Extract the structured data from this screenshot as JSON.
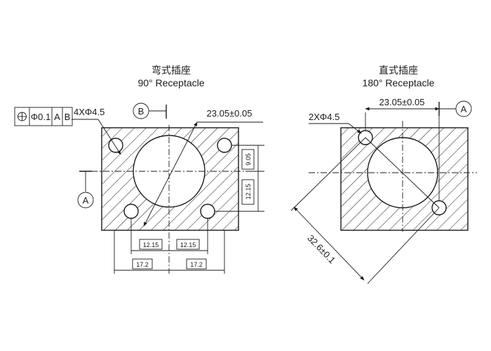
{
  "left": {
    "title_cn": "弯式插座",
    "title_en": "90°  Receptacle",
    "holes_callout": "4XΦ4.5",
    "diag_dim": "23.05±0.05",
    "datum_b": "B",
    "datum_a": "A",
    "tol_frame": {
      "symbol": "⊕",
      "value": "Φ0.1",
      "datum1": "A",
      "datum2": "B"
    },
    "dim_v_upper": "9.05",
    "dim_v_lower": "12.15",
    "dim_h_inner_left": "12.15",
    "dim_h_inner_right": "12.15",
    "dim_h_outer_left": "17.2",
    "dim_h_outer_right": "17.2"
  },
  "right": {
    "title_cn": "直式插座",
    "title_en": "180°  Receptacle",
    "holes_callout": "2XΦ4.5",
    "top_dim": "23.05±0.05",
    "datum_a": "A",
    "diag_dim": "32.6±0.1"
  }
}
